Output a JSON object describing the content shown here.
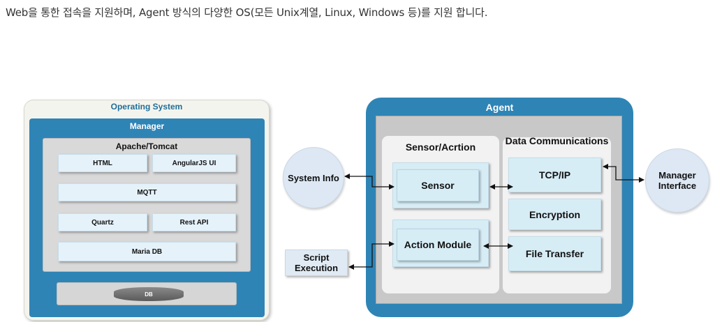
{
  "intro_text": "Web을 통한 접속을 지원하며, Agent 방식의 다양한 OS(모든 Unix계열, Linux, Windows 등)를 지원 합니다.",
  "os": {
    "title": "Operating System",
    "manager_title": "Manager",
    "apache_title": "Apache/Tomcat",
    "html": "HTML",
    "angular": "AngularJS UI",
    "mqtt": "MQTT",
    "quartz": "Quartz",
    "rest_api": "Rest API",
    "maria_db": "Maria DB",
    "db": "DB"
  },
  "agent": {
    "title": "Agent",
    "sensor_section_title": "Sensor/Acrtion",
    "sensor": "Sensor",
    "action_module": "Action Module",
    "data_section_title": "Data Communications",
    "tcp_ip": "TCP/IP",
    "encryption": "Encryption",
    "file_transfer": "File Transfer"
  },
  "external": {
    "system_info": "System Info",
    "script_execution": "Script Execution",
    "manager_interface": "Manager Interface"
  },
  "colors": {
    "panel_blue": "#2f84b6",
    "os_title": "#1f6e98",
    "box_fill": "#d7edf6"
  }
}
